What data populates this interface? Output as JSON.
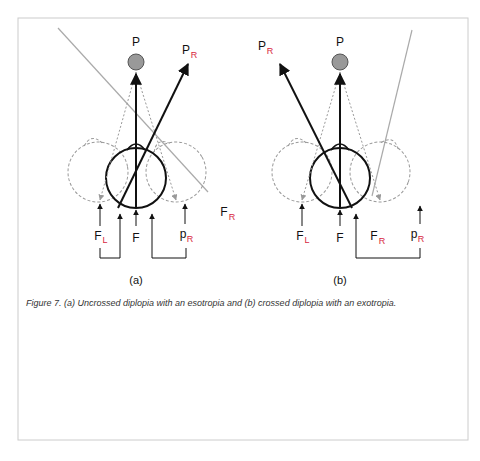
{
  "diagram": {
    "caption": "Figure 7. (a) Uncrossed diplopia with an esotropia and (b) crossed diplopia with an exotropia.",
    "labels": [
      "P",
      "P",
      "R",
      "F",
      "L",
      "F",
      "p",
      "R",
      "F",
      "R",
      "(a)",
      "P",
      "P",
      "R",
      "F",
      "L",
      "F",
      "F",
      "R",
      "p",
      "R",
      "(b)"
    ]
  }
}
